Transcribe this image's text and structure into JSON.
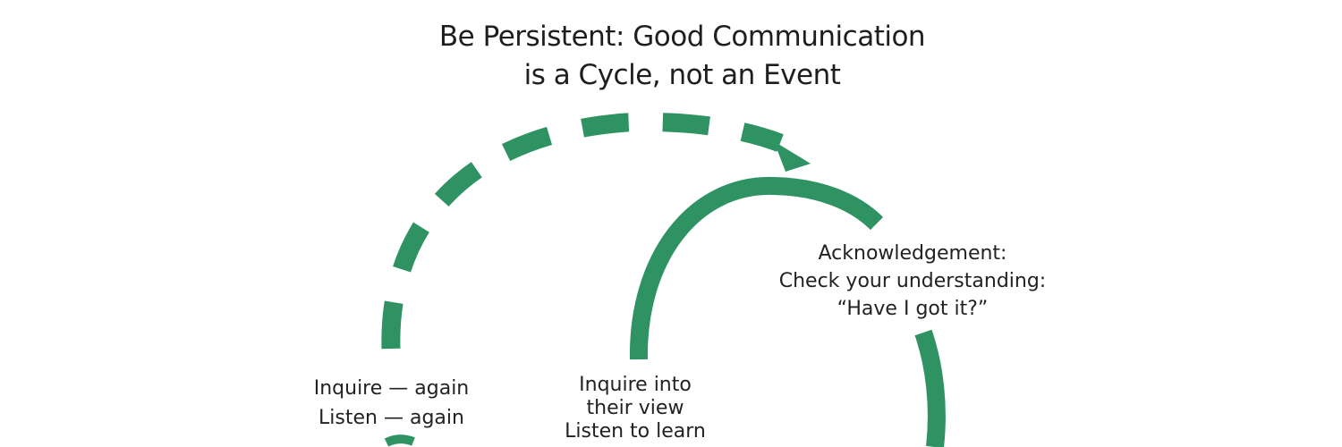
{
  "title": {
    "line1": "Be Persistent: Good Communication",
    "line2": "is a Cycle, not an Event"
  },
  "labels": {
    "acknowledgement": {
      "line1": "Acknowledgement:",
      "line2": "Check your understanding:",
      "line3": "“Have I got it?”"
    },
    "again": {
      "line1": "Inquire — again",
      "line2": "Listen — again"
    },
    "inquire": {
      "line1": "Inquire into",
      "line2": "their view",
      "line3": "Listen to learn"
    }
  },
  "colors": {
    "arc": "#2e9262",
    "background": "#ffffff",
    "text": "#222222"
  }
}
